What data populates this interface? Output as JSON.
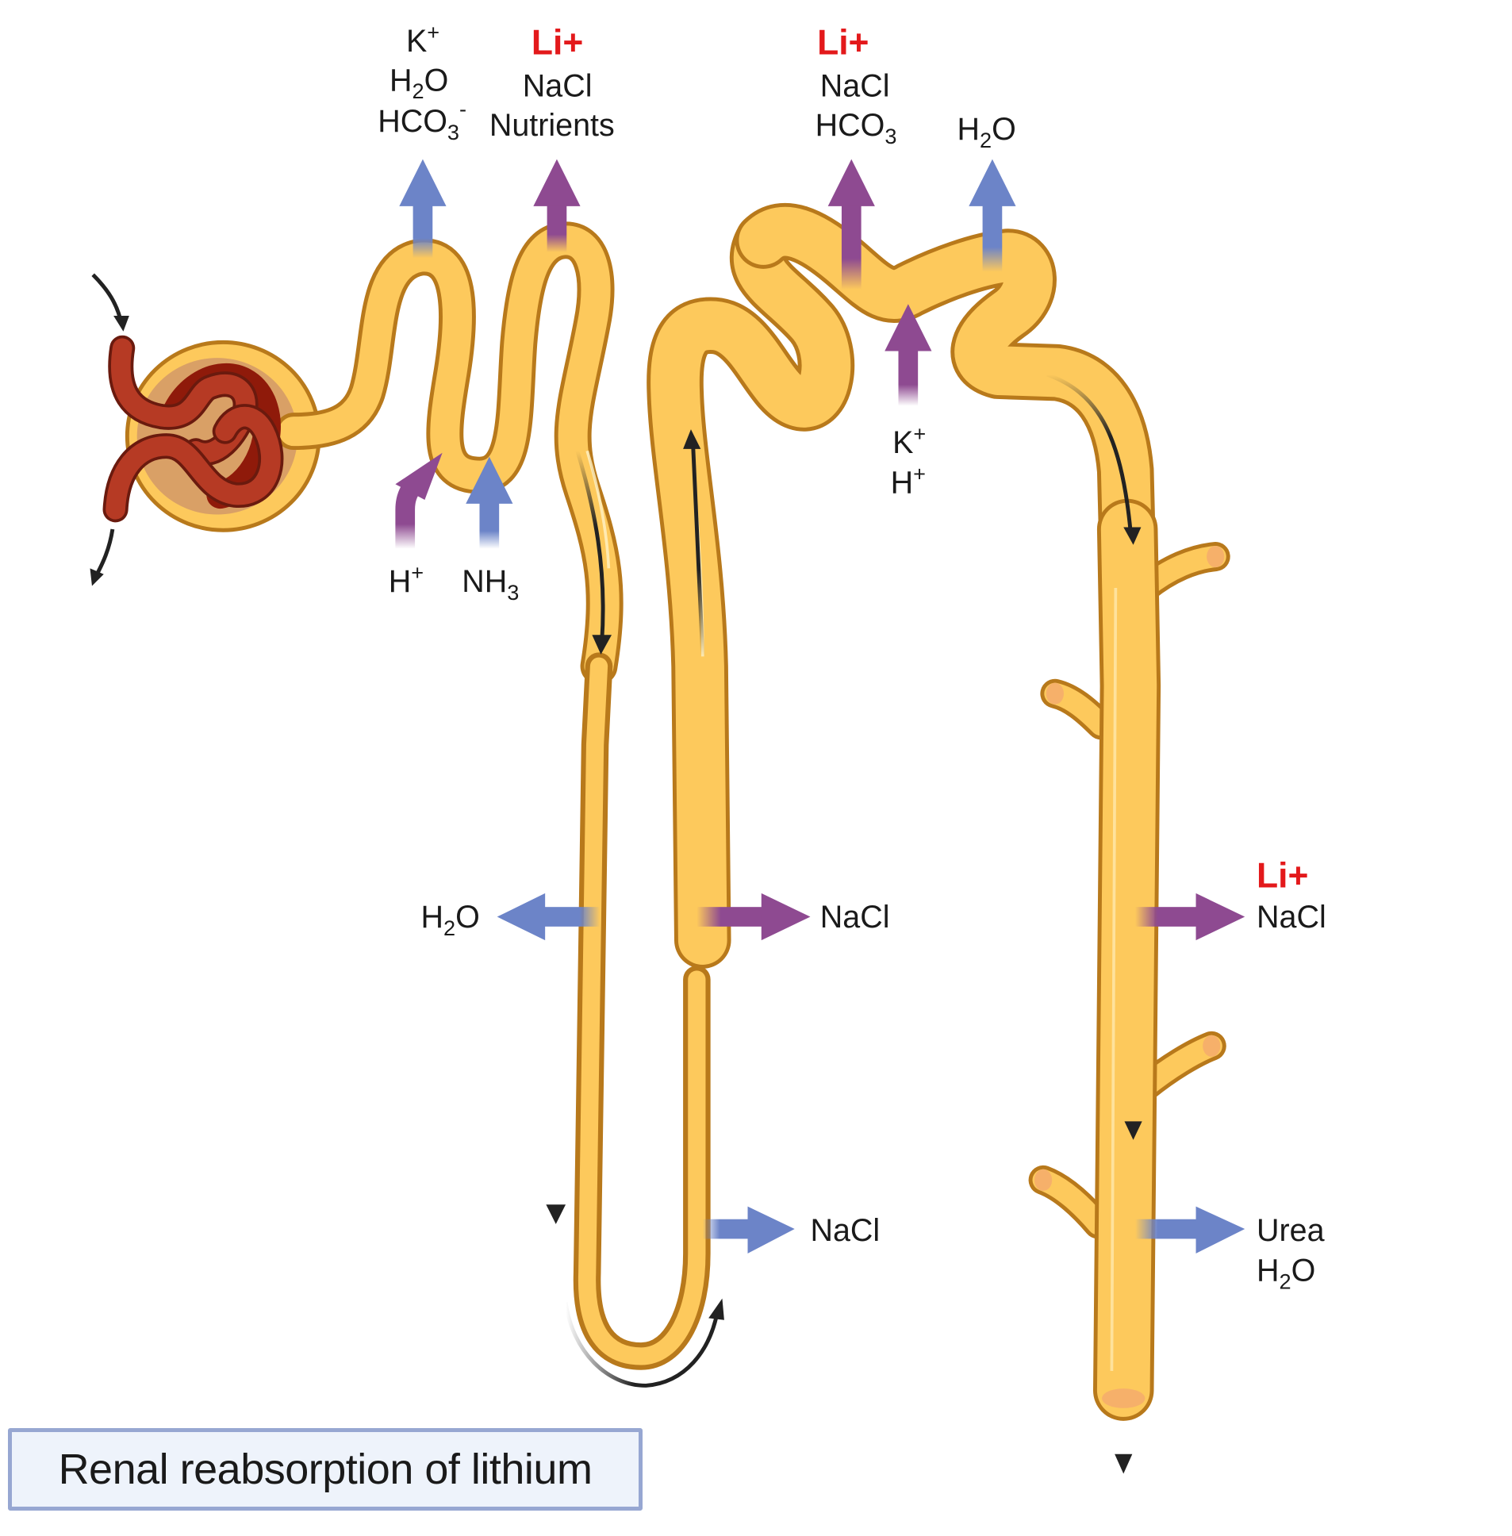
{
  "title": "Renal reabsorption of lithium",
  "colors": {
    "tubule_fill": "#fdc95c",
    "tubule_stroke": "#b8791b",
    "capsule_inner": "#d9a066",
    "capillary": "#b63a24",
    "capillary_dark": "#8f1a0a",
    "arrow_blue": "#6c84c8",
    "arrow_purple": "#8e4a91",
    "lithium_red": "#e3191b",
    "flow_arrow": "#222222",
    "title_bg": "#eef3fb",
    "title_border": "#97a7d2"
  },
  "segments": [
    {
      "name": "glomerulus",
      "flow": "blood in / blood out"
    },
    {
      "name": "proximal-convoluted-tubule"
    },
    {
      "name": "descending-limb"
    },
    {
      "name": "ascending-limb"
    },
    {
      "name": "distal-convoluted-tubule"
    },
    {
      "name": "collecting-duct"
    }
  ],
  "labels": {
    "pct_out_blue": {
      "lines": [
        "K⁺",
        "H₂O",
        "HCO₃⁻"
      ],
      "direction": "out",
      "color": "blue"
    },
    "pct_out_purple": {
      "highlight": "Li+",
      "lines": [
        "NaCl",
        "Nutrients"
      ],
      "direction": "out",
      "color": "purple"
    },
    "pct_in_purple": {
      "lines": [
        "H⁺"
      ],
      "direction": "in",
      "color": "purple"
    },
    "pct_in_blue": {
      "lines": [
        "NH₃"
      ],
      "direction": "in",
      "color": "blue"
    },
    "dct_out_purple": {
      "highlight": "Li+",
      "lines": [
        "NaCl",
        "HCO₃"
      ],
      "direction": "out",
      "color": "purple"
    },
    "dct_out_blue": {
      "lines": [
        "H₂O"
      ],
      "direction": "out",
      "color": "blue"
    },
    "dct_in_purple": {
      "lines": [
        "K⁺",
        "H⁺"
      ],
      "direction": "in",
      "color": "purple"
    },
    "desc_out_blue": {
      "lines": [
        "H₂O"
      ],
      "direction": "out",
      "color": "blue"
    },
    "asc_thick_out_purple": {
      "lines": [
        "NaCl"
      ],
      "direction": "out",
      "color": "purple"
    },
    "asc_thin_out_blue": {
      "lines": [
        "NaCl"
      ],
      "direction": "out",
      "color": "blue"
    },
    "cd_out_purple": {
      "highlight": "Li+",
      "lines": [
        "NaCl"
      ],
      "direction": "out",
      "color": "purple"
    },
    "cd_out_blue": {
      "lines": [
        "Urea",
        "H₂O"
      ],
      "direction": "out",
      "color": "blue"
    }
  },
  "text": {
    "k": "K",
    "h2o_h": "H",
    "o": "O",
    "two": "2",
    "three": "3",
    "plus": "+",
    "minus": "-",
    "hco": "HCO",
    "nh": "NH",
    "h": "H",
    "nacl": "NaCl",
    "nutrients": "Nutrients",
    "urea": "Urea",
    "li": "Li+"
  }
}
